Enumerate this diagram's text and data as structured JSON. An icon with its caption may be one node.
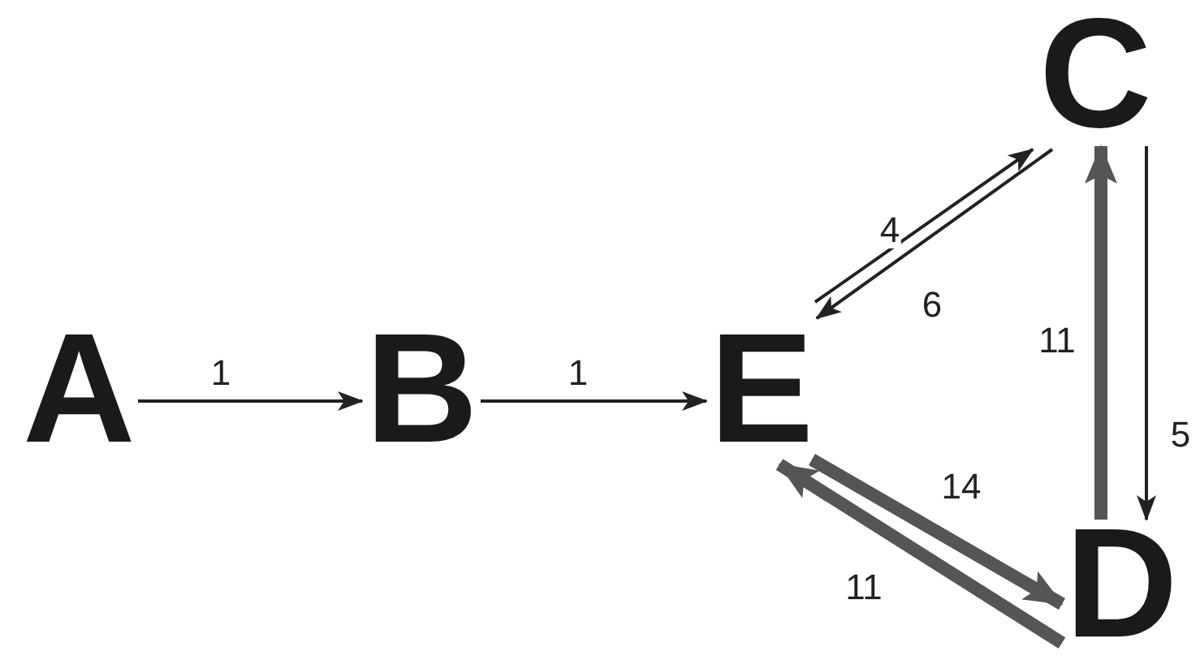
{
  "diagram": {
    "nodes": [
      {
        "text": [
          "A"
        ]
      },
      {
        "text": [
          "B"
        ]
      },
      {
        "text": [
          "E"
        ]
      },
      {
        "text": [
          "C"
        ]
      },
      {
        "text": [
          "D"
        ]
      }
    ],
    "edges": [
      {
        "from": 0,
        "to": 1,
        "arrow": "to",
        "label": "1"
      },
      {
        "from": 1,
        "to": 2,
        "arrow": "to",
        "label": "1"
      },
      {
        "from": 2,
        "to": 3,
        "arrow": "to",
        "label": "4"
      },
      {
        "from": 3,
        "to": 2,
        "arrow": "to",
        "label": "6"
      },
      {
        "from": 4,
        "to": 3,
        "arrow": "to",
        "label": "11",
        "style": "thick"
      },
      {
        "from": 3,
        "to": 4,
        "arrow": "to",
        "label": "5"
      },
      {
        "from": 2,
        "to": 4,
        "arrow": "to",
        "label": "14",
        "style": "thick"
      },
      {
        "from": 4,
        "to": 2,
        "arrow": "to",
        "label": "11",
        "style": "thick"
      }
    ]
  }
}
